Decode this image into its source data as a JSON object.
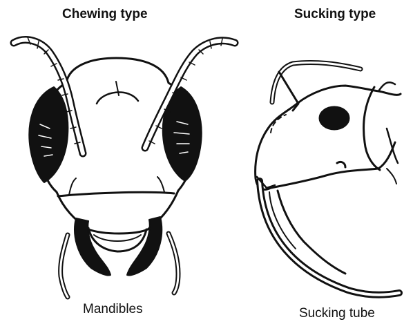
{
  "panels": {
    "chewing": {
      "title": "Chewing type",
      "caption": "Mandibles"
    },
    "sucking": {
      "title": "Sucking type",
      "caption": "Sucking tube"
    }
  },
  "colors": {
    "ink": "#111111",
    "background": "#ffffff"
  }
}
